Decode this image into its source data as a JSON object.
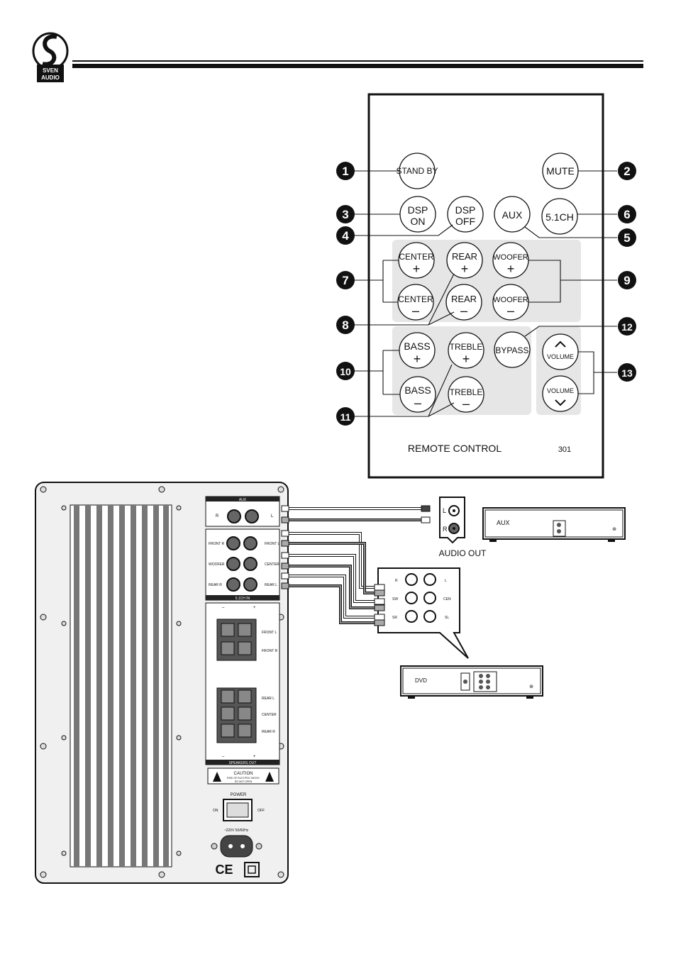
{
  "brand": {
    "line1": "SVEN",
    "line2": "AUDIO"
  },
  "remote": {
    "footer_label": "REMOTE CONTROL",
    "model": "301",
    "buttons": {
      "standby": "STAND BY",
      "mute": "MUTE",
      "dsp_on": [
        "DSP",
        "ON"
      ],
      "dsp_off": [
        "DSP",
        "OFF"
      ],
      "aux": "AUX",
      "ch51": "5.1CH",
      "center_plus": [
        "CENTER",
        "+"
      ],
      "center_minus": [
        "CENTER",
        "–"
      ],
      "rear_plus": [
        "REAR",
        "+"
      ],
      "rear_minus": [
        "REAR",
        "–"
      ],
      "woofer_plus": [
        "WOOFER",
        "+"
      ],
      "woofer_minus": [
        "WOOFER",
        "–"
      ],
      "bass_plus": [
        "BASS",
        "+"
      ],
      "bass_minus": [
        "BASS",
        "–"
      ],
      "treble_plus": [
        "TREBLE",
        "+"
      ],
      "treble_minus": [
        "TREBLE",
        "–"
      ],
      "bypass": "BYPASS",
      "volume_up": "VOLUME",
      "volume_down": "VOLUME"
    },
    "callouts": [
      "1",
      "2",
      "3",
      "4",
      "5",
      "6",
      "7",
      "8",
      "9",
      "10",
      "11",
      "12",
      "13"
    ]
  },
  "rear_panel": {
    "aux_title": "AUX",
    "aux_r": "R",
    "aux_l": "L",
    "in51": [
      "FRONT R",
      "FRONT L",
      "WOOFER",
      "CENTER",
      "REAR R",
      "REAR L"
    ],
    "in51_title": "5.1CH IN",
    "minus": "–",
    "plus": "+",
    "speakers": [
      "FRONT L",
      "FRONT R",
      "REAR L",
      "CENTER",
      "REAR R"
    ],
    "speakers_title": "SPEAKERS OUT",
    "caution_title": "CAUTION",
    "caution_line1": "RISK OF ELECTRIC SHOCK",
    "caution_line2": "DO NOT OPEN",
    "power_title": "POWER",
    "on": "ON",
    "off": "OFF",
    "voltage": "~220V 50/60Hz",
    "ce": "CE"
  },
  "aux_device": {
    "label": "AUX",
    "out_label": "AUDIO  OUT",
    "l": "L",
    "r": "R"
  },
  "dvd_jacks": [
    "R",
    "L",
    "SW",
    "CEN",
    "SR",
    "SL"
  ],
  "dvd_device": {
    "label": "DVD"
  }
}
